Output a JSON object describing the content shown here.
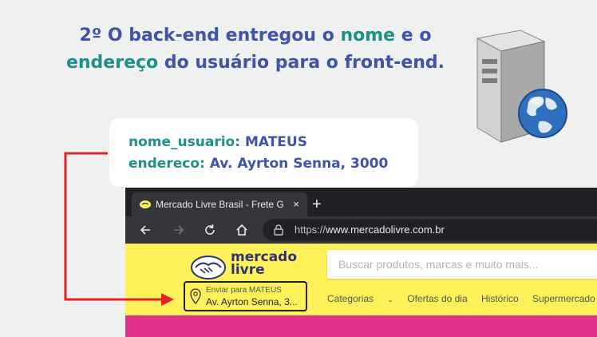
{
  "headline": {
    "part1": "2º O back-end entregou o ",
    "highlight1": "nome",
    "part2": " e o",
    "highlight2": "endereço",
    "part3": " do usuário para o front-end."
  },
  "data_card": {
    "name_key": "nome_usuario:",
    "name_value": "MATEUS",
    "address_key": "endereco:",
    "address_value": "Av. Ayrton Senna, 3000"
  },
  "browser": {
    "tab_title": "Mercado Livre Brasil - Frete Grátis",
    "tab_close": "×",
    "new_tab": "+",
    "url_scheme": "https://",
    "url_host": "www.mercadolivre.com.br"
  },
  "site": {
    "logo_line1": "mercado",
    "logo_line2": "livre",
    "search_placeholder": "Buscar produtos, marcas e muito mais...",
    "send_to": "Enviar para MATEUS",
    "address_short": "Av. Ayrton Senna, 3...",
    "menu": [
      "Categorias",
      "Ofertas do dia",
      "Histórico",
      "Supermercado"
    ]
  },
  "colors": {
    "headline_blue": "#3f54a8",
    "highlight_teal": "#1f8f8a",
    "ml_yellow": "#fff159",
    "arrow_red": "#e32222"
  }
}
